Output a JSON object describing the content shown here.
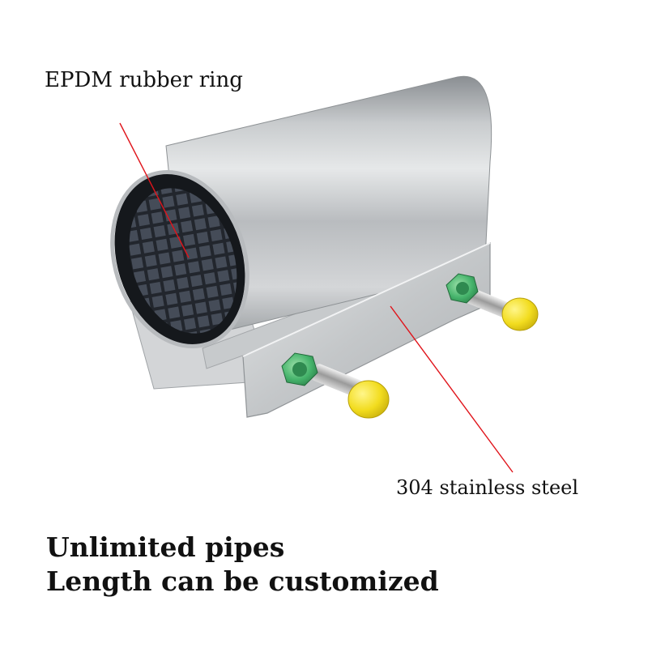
{
  "annotations": {
    "rubber_ring": "EPDM rubber ring",
    "steel": "304 stainless steel"
  },
  "caption": {
    "line1": "Unlimited pipes",
    "line2": "Length can be customized"
  },
  "colors": {
    "pointer_line": "#e0141b",
    "bolt_cap": "#f2dc1e",
    "nut": "#45b36b"
  }
}
